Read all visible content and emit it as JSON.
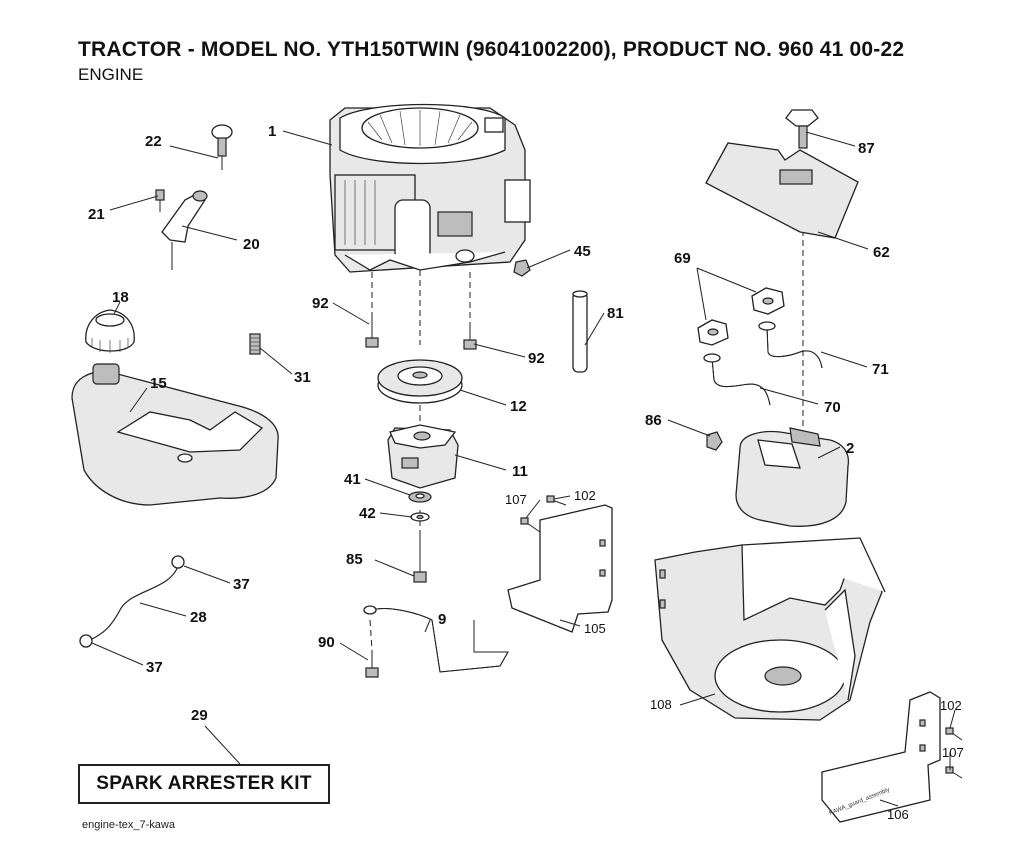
{
  "header": {
    "title": "TRACTOR - MODEL NO. YTH150TWIN (96041002200), PRODUCT NO. 960 41 00-22",
    "subtitle": "ENGINE"
  },
  "callouts": [
    {
      "id": "1",
      "label": "1"
    },
    {
      "id": "22",
      "label": "22"
    },
    {
      "id": "21",
      "label": "21"
    },
    {
      "id": "20",
      "label": "20"
    },
    {
      "id": "45",
      "label": "45"
    },
    {
      "id": "87",
      "label": "87"
    },
    {
      "id": "62",
      "label": "62"
    },
    {
      "id": "69",
      "label": "69"
    },
    {
      "id": "71",
      "label": "71"
    },
    {
      "id": "70",
      "label": "70"
    },
    {
      "id": "18",
      "label": "18"
    },
    {
      "id": "15",
      "label": "15"
    },
    {
      "id": "31",
      "label": "31"
    },
    {
      "id": "92a",
      "label": "92"
    },
    {
      "id": "92b",
      "label": "92"
    },
    {
      "id": "81",
      "label": "81"
    },
    {
      "id": "12",
      "label": "12"
    },
    {
      "id": "86",
      "label": "86"
    },
    {
      "id": "2",
      "label": "2"
    },
    {
      "id": "11",
      "label": "11"
    },
    {
      "id": "41",
      "label": "41"
    },
    {
      "id": "42",
      "label": "42"
    },
    {
      "id": "85",
      "label": "85"
    },
    {
      "id": "107a",
      "label": "107"
    },
    {
      "id": "102a",
      "label": "102"
    },
    {
      "id": "105",
      "label": "105"
    },
    {
      "id": "37a",
      "label": "37"
    },
    {
      "id": "28",
      "label": "28"
    },
    {
      "id": "37b",
      "label": "37"
    },
    {
      "id": "9",
      "label": "9"
    },
    {
      "id": "90",
      "label": "90"
    },
    {
      "id": "108",
      "label": "108"
    },
    {
      "id": "102b",
      "label": "102"
    },
    {
      "id": "107b",
      "label": "107"
    },
    {
      "id": "106",
      "label": "106"
    },
    {
      "id": "29",
      "label": "29"
    }
  ],
  "kit_label": "SPARK ARRESTER KIT",
  "guard_stamp": "KAWA_guard_assembly",
  "footer": "engine-tex_7-kawa"
}
